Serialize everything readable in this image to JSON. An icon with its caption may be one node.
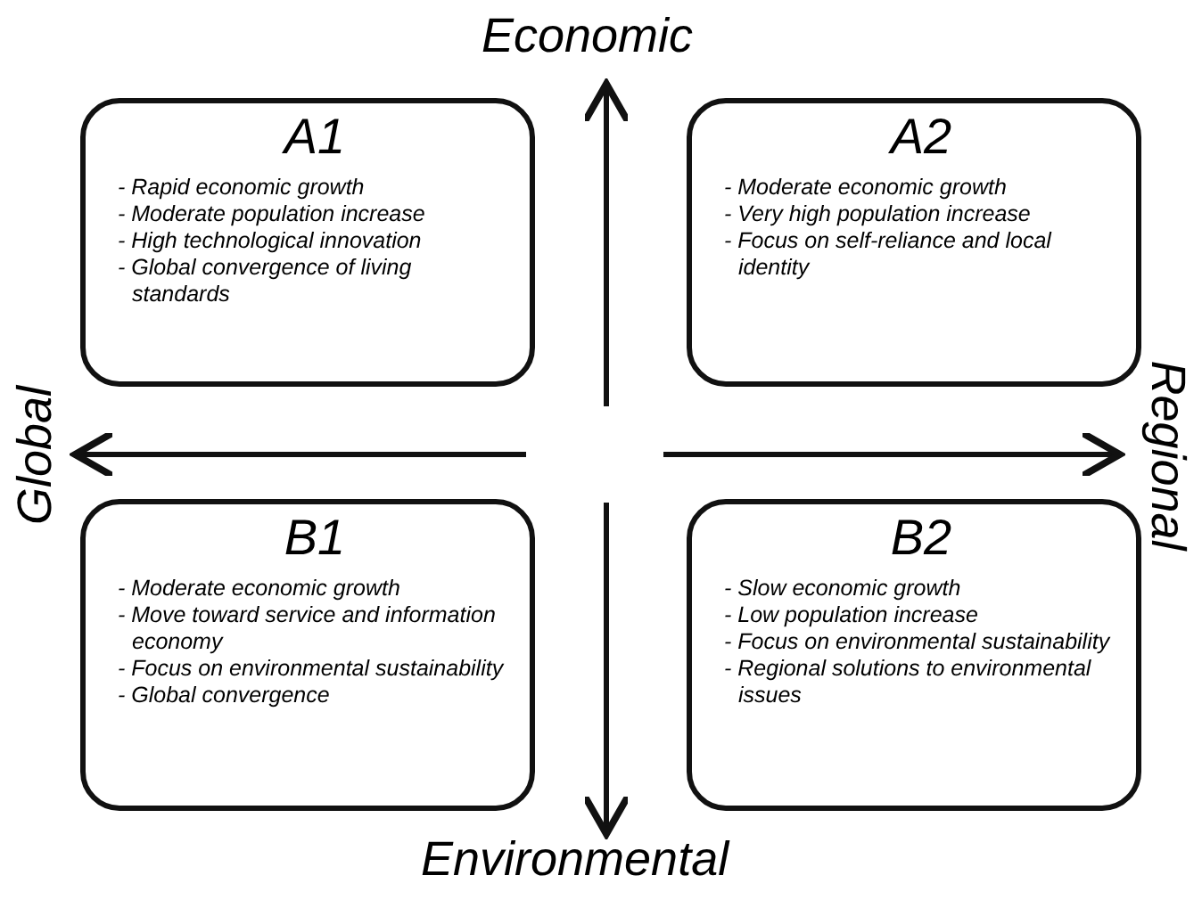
{
  "diagram": {
    "nodes": [
      {
        "text": [
          "A1",
          "- Rapid economic growth",
          "- Moderate population increase",
          "- High technological innovation",
          "- Global convergence of living standards"
        ]
      },
      {
        "text": [
          "A2",
          "- Moderate economic growth",
          "- Very high population increase",
          "- Focus on self-reliance and local identity"
        ]
      },
      {
        "text": [
          "B1",
          "- Moderate economic growth",
          "- Move toward service and information economy",
          "- Focus on environmental sustainability",
          "- Global convergence"
        ]
      },
      {
        "text": [
          "B2",
          "- Slow economic growth",
          "- Low population increase",
          "- Focus on environmental sustainability",
          "- Regional solutions to environmental issues"
        ]
      }
    ],
    "labels": [
      "Economic",
      "Global",
      "Regional",
      "Environmental"
    ]
  }
}
